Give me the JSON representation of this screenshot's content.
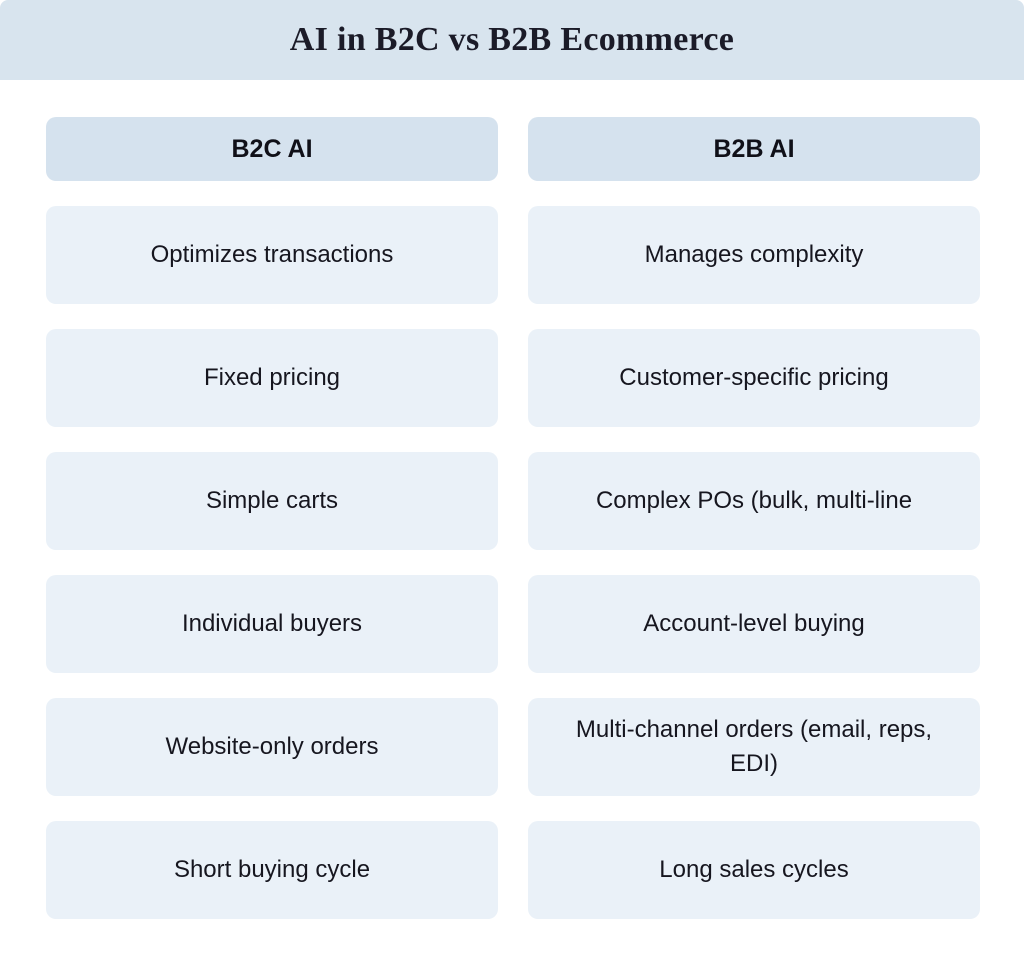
{
  "title": "AI in B2C vs B2B Ecommerce",
  "colors": {
    "banner_bg": "#d8e4ee",
    "header_cell_bg": "#d5e2ee",
    "body_cell_bg": "#eaf1f8",
    "text": "#16161f"
  },
  "table": {
    "columns": [
      {
        "header": "B2C AI",
        "rows": [
          "Optimizes transactions",
          "Fixed pricing",
          "Simple carts",
          "Individual buyers",
          "Website-only orders",
          "Short buying cycle"
        ]
      },
      {
        "header": "B2B AI",
        "rows": [
          "Manages complexity",
          "Customer-specific pricing",
          "Complex POs (bulk, multi-line",
          "Account-level buying",
          "Multi-channel orders (email, reps, EDI)",
          "Long sales cycles"
        ]
      }
    ]
  }
}
